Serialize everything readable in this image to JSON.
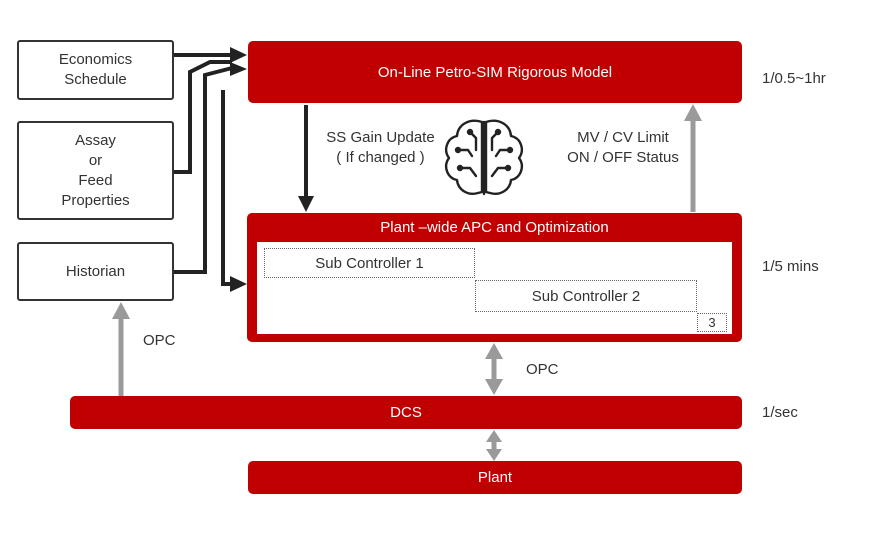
{
  "inputs": {
    "economics": "Economics\nSchedule",
    "assay": "Assay\nor\nFeed\nProperties",
    "historian": "Historian"
  },
  "model_box": "On-Line Petro-SIM Rigorous Model",
  "apc_box": {
    "title": "Plant –wide APC and Optimization",
    "sub1": "Sub Controller 1",
    "sub2": "Sub Controller 2",
    "sub3": "3"
  },
  "dcs_box": "DCS",
  "plant_box": "Plant",
  "labels": {
    "ss_gain": "SS Gain Update\n( If changed )",
    "mv_cv": "MV / CV Limit\nON / OFF Status",
    "opc_left": "OPC",
    "opc_right": "OPC"
  },
  "rates": {
    "model": "1/0.5~1hr",
    "apc": "1/5 mins",
    "dcs": "1/sec"
  },
  "icons": {
    "center": "brain-icon"
  },
  "colors": {
    "accent": "#c00000",
    "dark_arrow": "#222222",
    "gray_arrow": "#9a9a9a"
  }
}
